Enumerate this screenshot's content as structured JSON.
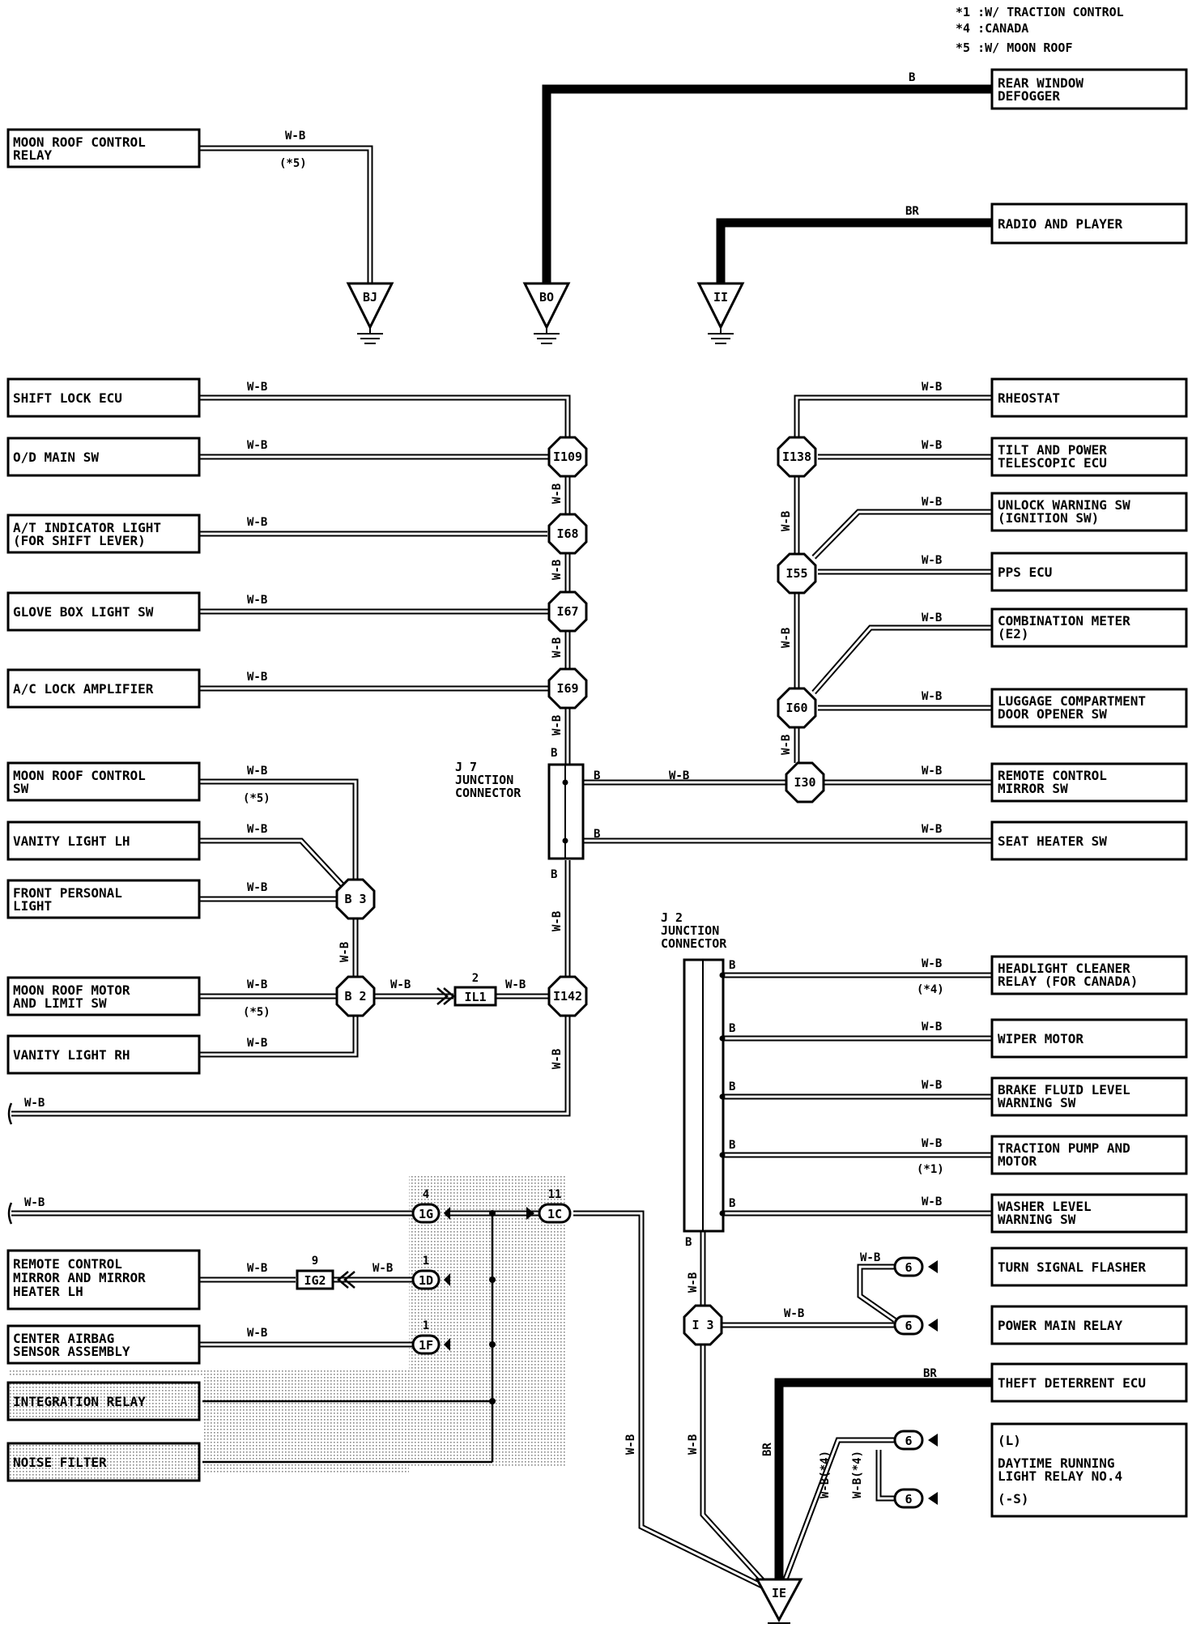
{
  "legend": [
    "*1 :W/ TRACTION CONTROL",
    "*4 :CANADA",
    "*5 :W/ MOON ROOF"
  ],
  "ground_points": {
    "bj": "BJ",
    "bo": "BO",
    "ii": "II",
    "ie": "IE"
  },
  "components": {
    "moon_roof_control_relay": [
      "MOON ROOF CONTROL",
      "RELAY"
    ],
    "rear_window_defogger": [
      "REAR WINDOW",
      "DEFOGGER"
    ],
    "radio_and_player": [
      "RADIO AND PLAYER"
    ],
    "shift_lock_ecu": [
      "SHIFT LOCK ECU"
    ],
    "od_main_sw": [
      "O/D MAIN SW"
    ],
    "at_indicator_light": [
      "A/T INDICATOR LIGHT",
      "(FOR SHIFT LEVER)"
    ],
    "glove_box_light_sw": [
      "GLOVE BOX LIGHT SW"
    ],
    "ac_lock_amplifier": [
      "A/C LOCK AMPLIFIER"
    ],
    "moon_roof_control_sw": [
      "MOON ROOF CONTROL",
      "SW"
    ],
    "vanity_light_lh": [
      "VANITY LIGHT LH"
    ],
    "front_personal_light": [
      "FRONT PERSONAL",
      "LIGHT"
    ],
    "moon_roof_motor": [
      "MOON ROOF MOTOR",
      "AND LIMIT SW"
    ],
    "vanity_light_rh": [
      "VANITY LIGHT RH"
    ],
    "remote_control_mirror_heater_lh": [
      "REMOTE CONTROL",
      "MIRROR AND MIRROR",
      "HEATER LH"
    ],
    "center_airbag_sensor": [
      "CENTER AIRBAG",
      "SENSOR ASSEMBLY"
    ],
    "integration_relay": [
      "INTEGRATION RELAY"
    ],
    "noise_filter": [
      "NOISE FILTER"
    ],
    "rheostat": [
      "RHEOSTAT"
    ],
    "tilt_telescopic_ecu": [
      "TILT AND POWER",
      "TELESCOPIC ECU"
    ],
    "unlock_warning_sw": [
      "UNLOCK WARNING SW",
      "(IGNITION SW)"
    ],
    "pps_ecu": [
      "PPS ECU"
    ],
    "combination_meter": [
      "COMBINATION METER",
      "(E2)"
    ],
    "luggage_opener_sw": [
      "LUGGAGE COMPARTMENT",
      "DOOR OPENER SW"
    ],
    "remote_control_mirror_sw": [
      "REMOTE CONTROL",
      "MIRROR SW"
    ],
    "seat_heater_sw": [
      "SEAT HEATER SW"
    ],
    "headlight_cleaner_relay": [
      "HEADLIGHT CLEANER",
      "RELAY (FOR CANADA)"
    ],
    "wiper_motor": [
      "WIPER MOTOR"
    ],
    "brake_fluid_level_sw": [
      "BRAKE FLUID LEVEL",
      "WARNING SW"
    ],
    "traction_pump_motor": [
      "TRACTION PUMP AND",
      "MOTOR"
    ],
    "washer_level_sw": [
      "WASHER LEVEL",
      "WARNING SW"
    ],
    "turn_signal_flasher": [
      "TURN SIGNAL FLASHER"
    ],
    "power_main_relay": [
      "POWER MAIN RELAY"
    ],
    "theft_deterrent_ecu": [
      "THEFT DETERRENT ECU"
    ],
    "drl_relay": [
      "(L)",
      "",
      "DAYTIME RUNNING",
      "LIGHT RELAY NO.4",
      "(-S)"
    ]
  },
  "junctions": {
    "j7": [
      "J 7",
      "JUNCTION",
      "CONNECTOR"
    ],
    "j2": [
      "J 2",
      "JUNCTION",
      "CONNECTOR"
    ]
  },
  "connectors": {
    "i109": "I109",
    "i68": "I68",
    "i67": "I67",
    "i69": "I69",
    "i142": "I142",
    "b3": "B 3",
    "b2": "B 2",
    "i138": "I138",
    "i55": "I55",
    "i60": "I60",
    "i30": "I30",
    "i3": "I 3",
    "il1": "IL1",
    "il1_pin": "2",
    "ig2": "IG2",
    "ig2_pin": "9",
    "ic1g": "1G",
    "ic1g_pin": "4",
    "ic1c": "1C",
    "ic1c_pin": "11",
    "ic1d": "1D",
    "ic1d_pin": "1",
    "ic1f": "1F",
    "ic1f_pin": "1",
    "pin6": "6"
  },
  "wire_colors": {
    "wb": "W-B",
    "b": "B",
    "br": "BR",
    "wb4": "W-B(*4)"
  },
  "notes": {
    "s5": "(*5)",
    "s4": "(*4)",
    "s1": "(*1)"
  }
}
